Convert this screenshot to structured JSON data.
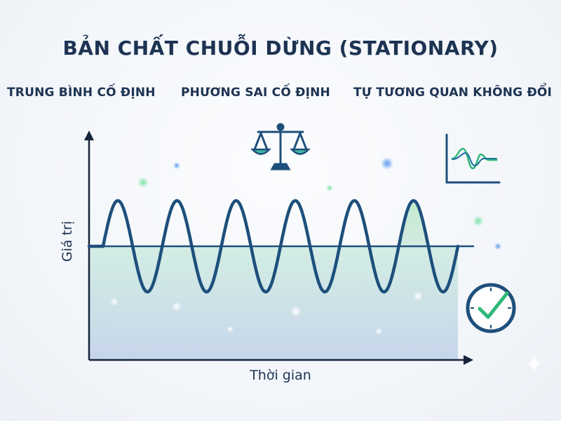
{
  "title": "BẢN CHẤT CHUỖI DỪNG (STATIONARY)",
  "properties": [
    "TRUNG BÌNH CỐ ĐỊNH",
    "PHƯƠNG SAI CỐ ĐỊNH",
    "TỰ TƯƠNG QUAN KHÔNG ĐỔI"
  ],
  "axes": {
    "x_label": "Thời gian",
    "y_label": "Giá trị"
  },
  "icons": [
    "balance-scale-icon",
    "autocorrelation-plot-icon",
    "clock-check-icon"
  ],
  "colors": {
    "wave": "#1e4f7c",
    "mean_line": "#1e4f7c",
    "fill_top": "#cdebe0",
    "fill_bottom": "#c4d4ea",
    "accent_green": "#34c47c",
    "accent_blue": "#3d7fe0",
    "text": "#1d3352"
  },
  "signal": {
    "cycles": 6,
    "mean": 0,
    "amplitude": 1
  }
}
